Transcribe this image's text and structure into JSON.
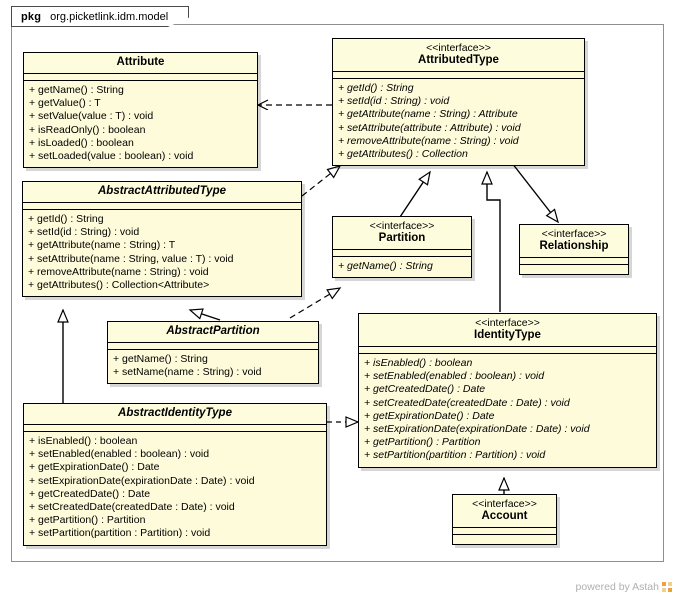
{
  "package": {
    "keyword": "pkg",
    "name": "org.picketlink.idm.model"
  },
  "watermark": {
    "text": "powered by Astah",
    "logo_icon": "astah-logo"
  },
  "colors": {
    "class_fill": "#fdfbd9",
    "class_header_fill": "#fdfdde",
    "border": "#000000",
    "frame_border": "#8f8f8f",
    "connector": "#000000",
    "watermark_text": "#b0b0b0",
    "logo_accent": "#e8a33d"
  },
  "classes": [
    {
      "id": "attribute",
      "stereotype": "",
      "name": "Attribute",
      "abstract": false,
      "italic_ops": false,
      "operations": [
        "+ getName() : String",
        "+ getValue() : T",
        "+ setValue(value : T) : void",
        "+ isReadOnly() : boolean",
        "+ isLoaded() : boolean",
        "+ setLoaded(value : boolean) : void"
      ]
    },
    {
      "id": "attributedtype",
      "stereotype": "<<interface>>",
      "name": "AttributedType",
      "abstract": false,
      "italic_ops": true,
      "operations": [
        "+ getId() : String",
        "+ setId(id : String) : void",
        "+ getAttribute(name : String) : Attribute",
        "+ setAttribute(attribute : Attribute) : void",
        "+ removeAttribute(name : String) : void",
        "+ getAttributes() : Collection"
      ]
    },
    {
      "id": "abstractattributedtype",
      "stereotype": "",
      "name": "AbstractAttributedType",
      "abstract": true,
      "italic_ops": false,
      "operations": [
        "+ getId() : String",
        "+ setId(id : String) : void",
        "+ getAttribute(name : String) : T",
        "+ setAttribute(name : String, value : T) : void",
        "+ removeAttribute(name : String) : void",
        "+ getAttributes() : Collection<Attribute>"
      ]
    },
    {
      "id": "partition",
      "stereotype": "<<interface>>",
      "name": "Partition",
      "abstract": false,
      "italic_ops": true,
      "operations": [
        "+ getName() : String"
      ]
    },
    {
      "id": "relationship",
      "stereotype": "<<interface>>",
      "name": "Relationship",
      "abstract": false,
      "italic_ops": true,
      "operations": []
    },
    {
      "id": "abstractpartition",
      "stereotype": "",
      "name": "AbstractPartition",
      "abstract": true,
      "italic_ops": false,
      "operations": [
        "+ getName() : String",
        "+ setName(name : String) : void"
      ]
    },
    {
      "id": "identitytype",
      "stereotype": "<<interface>>",
      "name": "IdentityType",
      "abstract": false,
      "italic_ops": true,
      "operations": [
        "+ isEnabled() : boolean",
        "+ setEnabled(enabled : boolean) : void",
        "+ getCreatedDate() : Date",
        "+ setCreatedDate(createdDate : Date) : void",
        "+ getExpirationDate() : Date",
        "+ setExpirationDate(expirationDate : Date) : void",
        "+ getPartition() : Partition",
        "+ setPartition(partition : Partition) : void"
      ]
    },
    {
      "id": "abstractidentitytype",
      "stereotype": "",
      "name": "AbstractIdentityType",
      "abstract": true,
      "italic_ops": false,
      "operations": [
        "+ isEnabled() : boolean",
        "+ setEnabled(enabled : boolean) : void",
        "+ getExpirationDate() : Date",
        "+ setExpirationDate(expirationDate : Date) : void",
        "+ getCreatedDate() : Date",
        "+ setCreatedDate(createdDate : Date) : void",
        "+ getPartition() : Partition",
        "+ setPartition(partition : Partition) : void"
      ]
    },
    {
      "id": "account",
      "stereotype": "<<interface>>",
      "name": "Account",
      "abstract": false,
      "italic_ops": true,
      "operations": []
    }
  ],
  "relations": [
    {
      "from": "attributedtype",
      "to": "attribute",
      "type": "dependency"
    },
    {
      "from": "abstractattributedtype",
      "to": "attributedtype",
      "type": "realization"
    },
    {
      "from": "partition",
      "to": "attributedtype",
      "type": "generalization"
    },
    {
      "from": "identitytype",
      "to": "attributedtype",
      "type": "generalization"
    },
    {
      "from": "attributedtype",
      "to": "relationship",
      "type": "generalization"
    },
    {
      "from": "abstractpartition",
      "to": "abstractattributedtype",
      "type": "generalization"
    },
    {
      "from": "abstractidentitytype",
      "to": "abstractattributedtype",
      "type": "generalization"
    },
    {
      "from": "abstractpartition",
      "to": "partition",
      "type": "realization"
    },
    {
      "from": "abstractidentitytype",
      "to": "identitytype",
      "type": "realization"
    },
    {
      "from": "account",
      "to": "identitytype",
      "type": "generalization"
    }
  ]
}
